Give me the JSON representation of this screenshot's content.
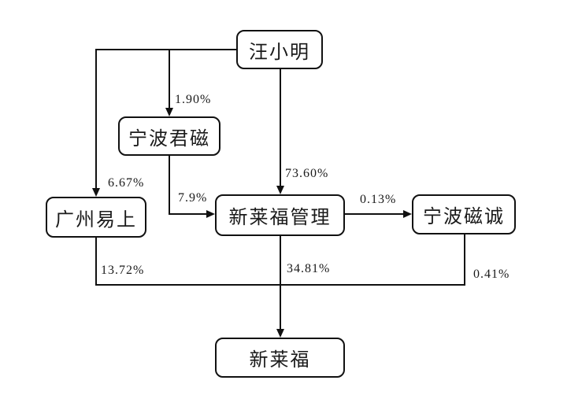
{
  "diagram": {
    "type": "equity-ownership-structure",
    "background_color": "#ffffff",
    "line_color": "#111111",
    "box_fill_color": "#ffffff",
    "box_border_color": "#111111",
    "text_color": "#1a1a1a"
  },
  "nodes": {
    "wang": {
      "label": "汪小明"
    },
    "junci": {
      "label": "宁波君磁"
    },
    "yishang": {
      "label": "广州易上"
    },
    "guanli": {
      "label": "新莱福管理"
    },
    "cicheng": {
      "label": "宁波磁诚"
    },
    "xinlaifu": {
      "label": "新莱福"
    }
  },
  "edges": {
    "wang_junci": {
      "from": "汪小明",
      "to": "宁波君磁",
      "label": "1.90%"
    },
    "wang_yishang": {
      "from": "汪小明",
      "to": "广州易上",
      "label": "6.67%"
    },
    "wang_guanli": {
      "from": "汪小明",
      "to": "新莱福管理",
      "label": "73.60%"
    },
    "junci_guanli": {
      "from": "宁波君磁",
      "to": "新莱福管理",
      "label": "7.9%"
    },
    "guanli_cicheng": {
      "from": "新莱福管理",
      "to": "宁波磁诚",
      "label": "0.13%"
    },
    "yishang_xinlaifu": {
      "from": "广州易上",
      "to": "新莱福",
      "label": "13.72%"
    },
    "guanli_xinlaifu": {
      "from": "新莱福管理",
      "to": "新莱福",
      "label": "34.81%"
    },
    "cicheng_xinlaifu": {
      "from": "宁波磁诚",
      "to": "新莱福",
      "label": "0.41%"
    }
  }
}
